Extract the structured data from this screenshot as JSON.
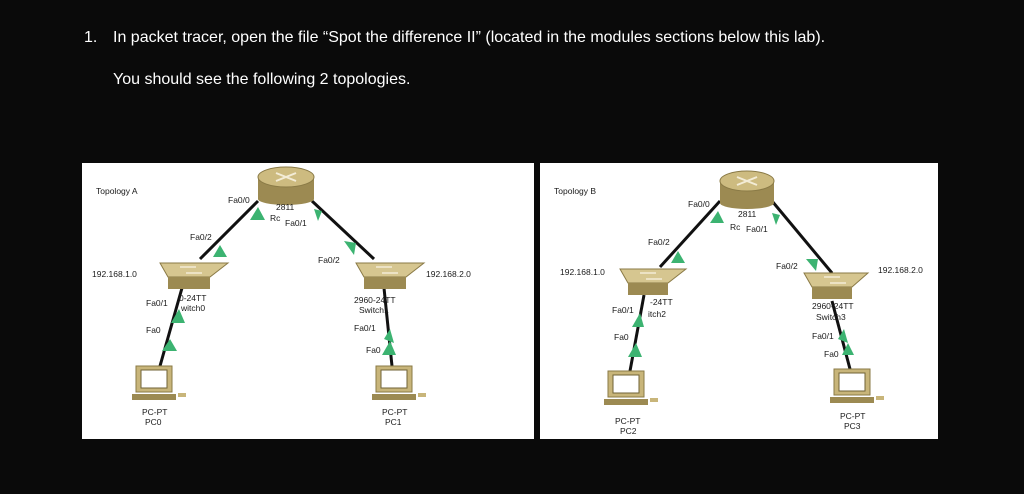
{
  "instructions": {
    "step_number": "1.",
    "step_text": "In packet tracer, open the file “Spot the difference II” (located in the modules sections below this lab).",
    "sub_text": "You should see the following 2 topologies."
  },
  "topology_a": {
    "title": "Topology A",
    "router_model": "2811",
    "router_name": "Rc",
    "router_port_left": "Fa0/0",
    "router_port_right": "Fa0/1",
    "switch_left_uplink": "Fa0/2",
    "switch_left_downlink": "Fa0/1",
    "switch_left_model": "0-24TT",
    "switch_left_name": "witch0",
    "switch_right_uplink": "Fa0/2",
    "switch_right_downlink": "Fa0/1",
    "switch_right_model": "2960-24TT",
    "switch_right_name": "Switch1",
    "network_left": "192.168.1.0",
    "network_right": "192.168.2.0",
    "pc_left_port": "Fa0",
    "pc_left_type": "PC-PT",
    "pc_left_name": "PC0",
    "pc_right_port": "Fa0",
    "pc_right_type": "PC-PT",
    "pc_right_name": "PC1"
  },
  "topology_b": {
    "title": "Topology B",
    "router_model": "2811",
    "router_name": "Rc",
    "router_port_left": "Fa0/0",
    "router_port_right": "Fa0/1",
    "switch_left_uplink": "Fa0/2",
    "switch_left_downlink": "Fa0/1",
    "switch_left_model": "-24TT",
    "switch_left_name": "itch2",
    "switch_right_uplink": "Fa0/2",
    "switch_right_downlink": "Fa0/1",
    "switch_right_model": "2960-24TT",
    "switch_right_name": "Switch3",
    "network_left": "192.168.1.0",
    "network_right": "192.168.2.0",
    "pc_left_port": "Fa0",
    "pc_left_type": "PC-PT",
    "pc_left_name": "PC2",
    "pc_right_port": "Fa0",
    "pc_right_type": "PC-PT",
    "pc_right_name": "PC3"
  },
  "colors": {
    "background": "#0a0a0a",
    "panel": "#ffffff",
    "link": "#111111",
    "link_light": "#3cb371",
    "device_body": "#c8b57a",
    "device_dark": "#9c8a52"
  }
}
